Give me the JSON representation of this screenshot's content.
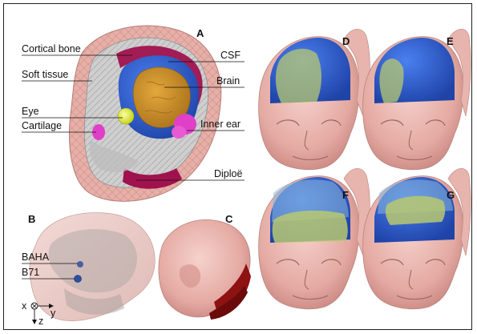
{
  "panels": {
    "A": "A",
    "B": "B",
    "C": "C",
    "D": "D",
    "E": "E",
    "F": "F",
    "G": "G"
  },
  "panel_a_labels": {
    "cortical_bone": "Cortical bone",
    "soft_tissue": "Soft tissue",
    "eye": "Eye",
    "cartilage": "Cartilage",
    "csf": "CSF",
    "brain": "Brain",
    "inner_ear": "Inner ear",
    "diploe": "Diploë"
  },
  "panel_b_labels": {
    "baha": "BAHA",
    "b71": "B71",
    "axis_x": "x",
    "axis_y": "y",
    "axis_z": "z"
  },
  "colors": {
    "soft_tissue": "#e8b4ae",
    "cortical_bone": "#c8c8c8",
    "csf": "#2f5fd0",
    "brain": "#c98a24",
    "eye": "#e6f23a",
    "cartilage": "#e040c8",
    "diploe": "#a0124e",
    "fluid_overlay": "#b8c870"
  }
}
